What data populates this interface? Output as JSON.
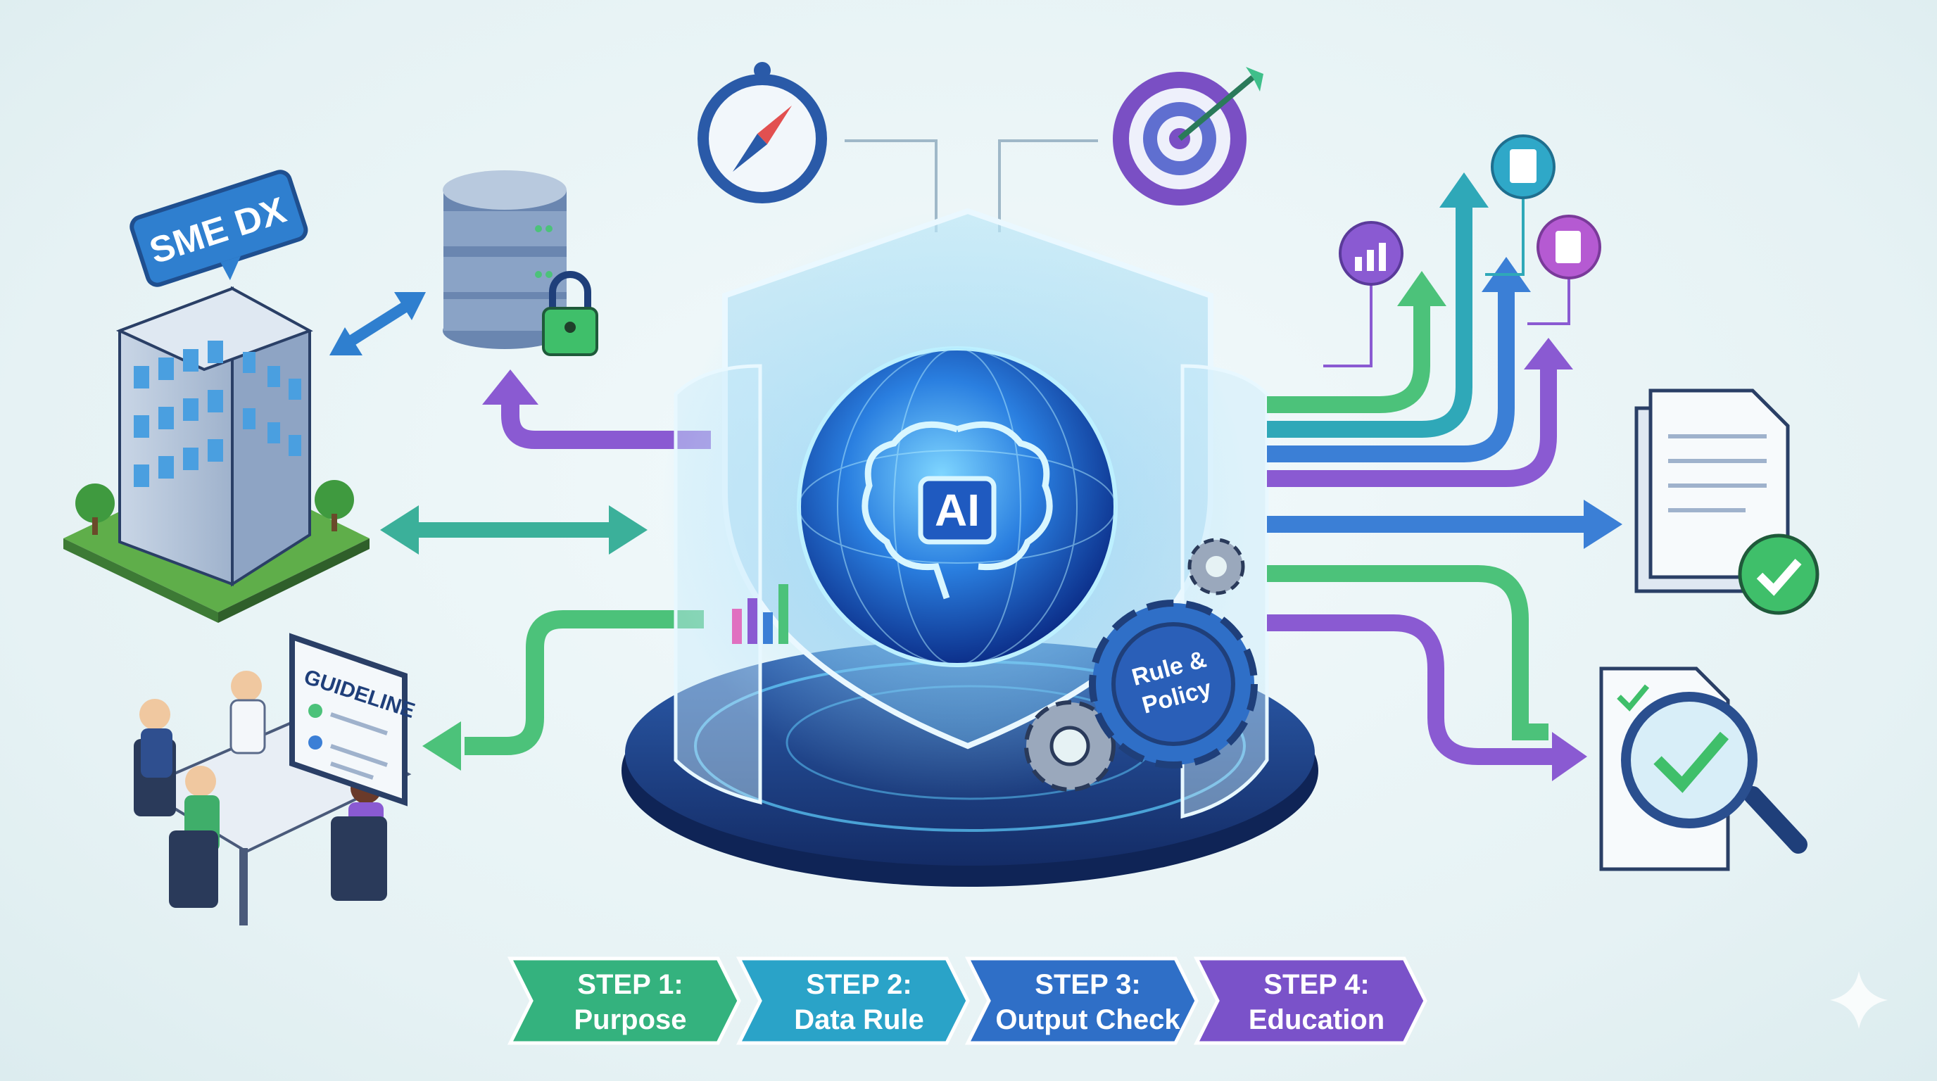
{
  "badge": {
    "label": "SME DX"
  },
  "core": {
    "label": "AI"
  },
  "gear": {
    "line1": "Rule &",
    "line2": "Policy"
  },
  "board": {
    "label": "GUIDELINE"
  },
  "steps": [
    {
      "title": "STEP 1:",
      "subtitle": "Purpose",
      "color": "#34b27e"
    },
    {
      "title": "STEP 2:",
      "subtitle": "Data Rule",
      "color": "#2aa3c8"
    },
    {
      "title": "STEP 3:",
      "subtitle": "Output Check",
      "color": "#2f6fc7"
    },
    {
      "title": "STEP 4:",
      "subtitle": "Education",
      "color": "#7a52c9"
    }
  ],
  "colors": {
    "green": "#4cc27a",
    "teal": "#2fa8b8",
    "blue": "#3b7fd6",
    "purple": "#8a5ad2",
    "navy": "#1f3f7a"
  }
}
